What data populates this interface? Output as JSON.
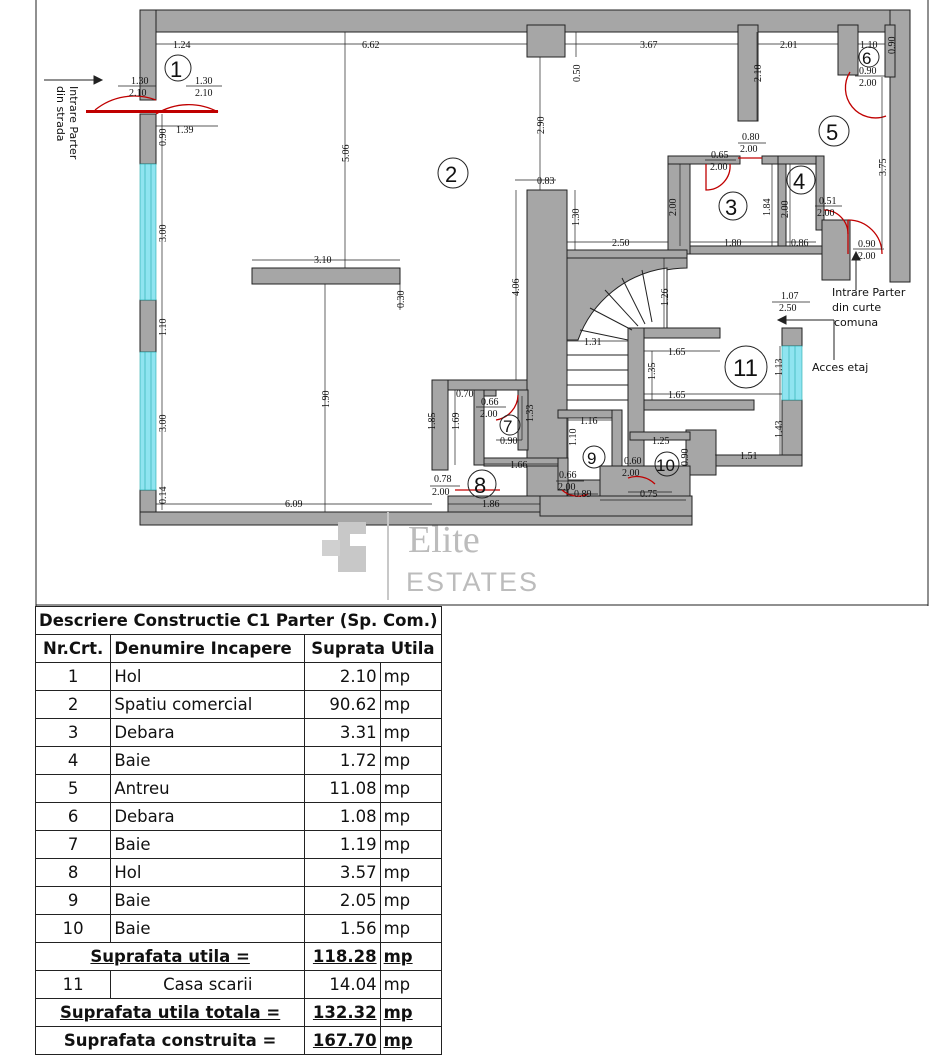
{
  "plan": {
    "dimensions": {
      "top_1": "1.24",
      "top_2": "6.62",
      "top_3": "3.67",
      "top_4": "2.01",
      "top_5": "1.10",
      "top_6": "0.90",
      "v_050": "0.50",
      "v_290": "2.90",
      "v_210": "2.10",
      "v_375": "3.75",
      "v_506": "5.06",
      "v_090": "0.90",
      "h_139": "1.39",
      "h_083": "0.83",
      "v_130": "1.30",
      "h_250": "2.50",
      "v_200": "2.00",
      "v_184": "1.84",
      "h_180": "1.80",
      "v_200b": "2.00",
      "h_086": "0.86",
      "h_310": "3.10",
      "v_030": "0.30",
      "v_300a": "3.00",
      "v_110": "1.10",
      "v_300b": "3.00",
      "v_406": "4.06",
      "v_126": "1.26",
      "h_131": "1.31",
      "h_165a": "1.65",
      "v_135": "1.35",
      "h_165b": "1.65",
      "v_113": "1.13",
      "v_143": "1.43",
      "h_151": "1.51",
      "v_190": "1.90",
      "v_185": "1.85",
      "v_169": "1.69",
      "v_133": "1.33",
      "h_090": "0.90",
      "h_166": "1.66",
      "v_110b": "1.10",
      "h_116": "1.16",
      "h_125": "1.25",
      "v_090b": "0.90",
      "h_609": "6.09",
      "h_186": "1.86",
      "h_089": "0.89",
      "h_075": "0.75",
      "v_014": "0.14"
    },
    "doors": {
      "d1a_w": "1.30",
      "d1a_h": "2.10",
      "d1b_w": "1.30",
      "d1b_h": "2.10",
      "d5_w": "0.80",
      "d5_h": "2.00",
      "d6_w": "0.90",
      "d6_h": "2.00",
      "d3_w": "0.65",
      "d3_h": "2.00",
      "d4_w": "0.51",
      "d4_h": "2.00",
      "d5o_w": "0.90",
      "d5o_h": "2.00",
      "d11_w": "1.07",
      "d11_h": "2.50",
      "d7_w": "0.70",
      "d7b_w": "0.66",
      "d7b_h": "2.00",
      "d8_w": "0.78",
      "d8_h": "2.00",
      "d9_w": "0.66",
      "d9_h": "2.00",
      "d10_w": "0.60",
      "d10_h": "2.00"
    },
    "rooms": [
      "1",
      "2",
      "3",
      "4",
      "5",
      "6",
      "7",
      "8",
      "9",
      "10",
      "11"
    ],
    "labels": {
      "entry_street_1": "Intrare Parter",
      "entry_street_2": "din strada",
      "entry_yard_1": "Intrare Parter",
      "entry_yard_2": "din curte",
      "entry_yard_3": "comuna",
      "access_floor": "Acces etaj"
    },
    "wall_color": "#a6a6a6",
    "door_color": "#c00000",
    "window_color": "#8fe4f0"
  },
  "watermark": {
    "line1": "Elite",
    "line2": "ESTATES"
  },
  "table": {
    "title": "Descriere Constructie C1 Parter (Sp. Com.)",
    "headers": [
      "Nr.Crt.",
      "Denumire Incapere",
      "Suprata Utila"
    ],
    "rows": [
      {
        "nr": "1",
        "name": "Hol",
        "area": "2.10",
        "unit": "mp"
      },
      {
        "nr": "2",
        "name": "Spatiu comercial",
        "area": "90.62",
        "unit": "mp"
      },
      {
        "nr": "3",
        "name": "Debara",
        "area": "3.31",
        "unit": "mp"
      },
      {
        "nr": "4",
        "name": "Baie",
        "area": "1.72",
        "unit": "mp"
      },
      {
        "nr": "5",
        "name": "Antreu",
        "area": "11.08",
        "unit": "mp"
      },
      {
        "nr": "6",
        "name": "Debara",
        "area": "1.08",
        "unit": "mp"
      },
      {
        "nr": "7",
        "name": "Baie",
        "area": "1.19",
        "unit": "mp"
      },
      {
        "nr": "8",
        "name": "Hol",
        "area": "3.57",
        "unit": "mp"
      },
      {
        "nr": "9",
        "name": "Baie",
        "area": "2.05",
        "unit": "mp"
      },
      {
        "nr": "10",
        "name": "Baie",
        "area": "1.56",
        "unit": "mp"
      }
    ],
    "subtotal": {
      "label": "Suprafata utila =",
      "value": "118.28",
      "unit": "mp"
    },
    "stair": {
      "nr": "11",
      "name": "Casa scarii",
      "area": "14.04",
      "unit": "mp"
    },
    "total_useful": {
      "label": "Suprafata utila totala =",
      "value": "132.32",
      "unit": "mp"
    },
    "total_built": {
      "label": "Suprafata construita =",
      "value": "167.70",
      "unit": "mp"
    }
  }
}
